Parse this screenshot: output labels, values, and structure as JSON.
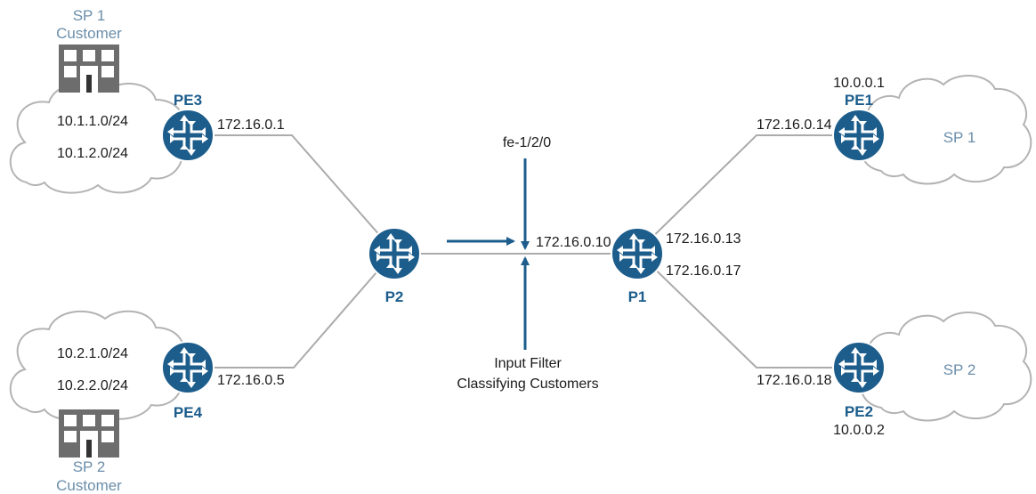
{
  "colors": {
    "router_fill": "#1c5d8c",
    "router_label": "#1c5d8c",
    "site_label": "#6b8eaa",
    "link": "#ababab",
    "arrow": "#1c5d8c",
    "building": "#6d6d6d"
  },
  "icons": [
    "router-icon",
    "building-icon",
    "cloud-shape",
    "arrow-icon"
  ],
  "routers": {
    "pe3": "PE3",
    "pe4": "PE4",
    "p2": "P2",
    "p1": "P1",
    "pe1": "PE1",
    "pe2": "PE2"
  },
  "router_addresses": {
    "pe1_loopback": "10.0.0.1",
    "pe2_loopback": "10.0.0.2"
  },
  "sites": {
    "sp1_customer": [
      "SP 1",
      "Customer"
    ],
    "sp2_customer": [
      "SP 2",
      "Customer"
    ],
    "sp1_cloud": "SP 1",
    "sp2_cloud": "SP 2"
  },
  "prefixes": {
    "sp1_a": "10.1.1.0/24",
    "sp1_b": "10.1.2.0/24",
    "sp2_a": "10.2.1.0/24",
    "sp2_b": "10.2.2.0/24"
  },
  "interfaces": {
    "pe3": "172.16.0.1",
    "pe4": "172.16.0.5",
    "p1_west": "172.16.0.10",
    "p1_ne": "172.16.0.13",
    "p1_se": "172.16.0.17",
    "pe1": "172.16.0.14",
    "pe2": "172.16.0.18",
    "filter_interface": "fe-1/2/0"
  },
  "annotation": [
    "Input Filter",
    "Classifying Customers"
  ]
}
